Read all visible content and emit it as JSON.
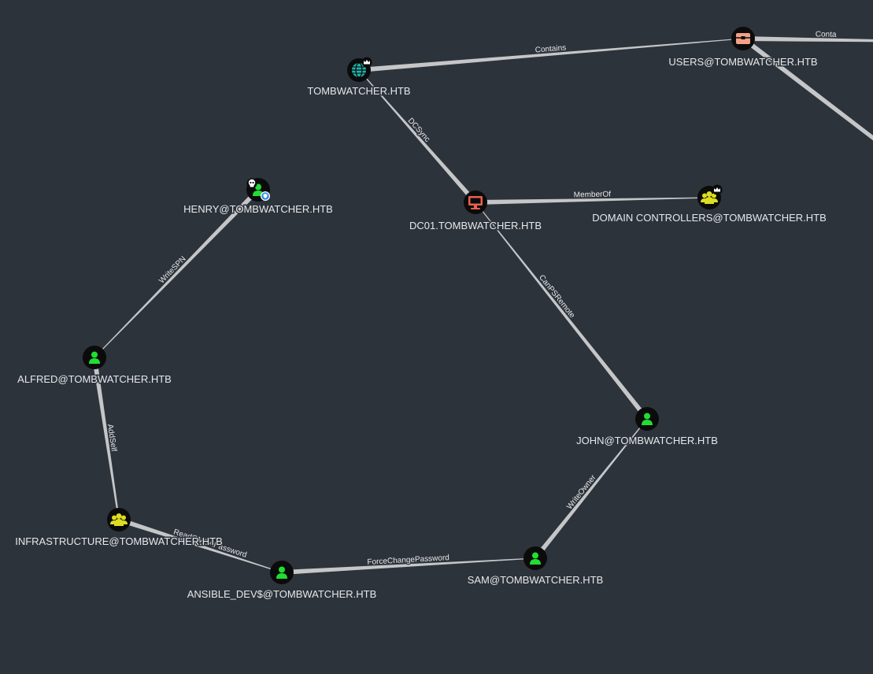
{
  "colors": {
    "background": "#2d333b",
    "user": "#22dd33",
    "group": "#dddd22",
    "domain": "#20b2aa",
    "computer": "#e9604f",
    "container": "#f3a087",
    "edge": "#c4c6c8",
    "label": "#e6e8ea"
  },
  "nodes": [
    {
      "id": "domain",
      "label": "TOMBWATCHER.HTB",
      "type": "domain",
      "icon": "globe-icon",
      "badge": "crown-badge"
    },
    {
      "id": "users",
      "label": "USERS@TOMBWATCHER.HTB",
      "type": "container",
      "icon": "box-icon"
    },
    {
      "id": "dc01",
      "label": "DC01.TOMBWATCHER.HTB",
      "type": "computer",
      "icon": "monitor-icon"
    },
    {
      "id": "dcs",
      "label": "DOMAIN CONTROLLERS@TOMBWATCHER.HTB",
      "type": "group",
      "icon": "users-group-icon",
      "badge": "crown-badge"
    },
    {
      "id": "henry",
      "label": "HENRY@TOMBWATCHER.HTB",
      "type": "user",
      "icon": "user-icon",
      "badge": "skull-badge",
      "badge2": "shield-badge"
    },
    {
      "id": "alfred",
      "label": "ALFRED@TOMBWATCHER.HTB",
      "type": "user",
      "icon": "user-icon"
    },
    {
      "id": "john",
      "label": "JOHN@TOMBWATCHER.HTB",
      "type": "user",
      "icon": "user-icon"
    },
    {
      "id": "infra",
      "label": "INFRASTRUCTURE@TOMBWATCHER.HTB",
      "type": "group",
      "icon": "users-group-icon"
    },
    {
      "id": "ansible",
      "label": "ANSIBLE_DEV$@TOMBWATCHER.HTB",
      "type": "user",
      "icon": "user-icon"
    },
    {
      "id": "sam",
      "label": "SAM@TOMBWATCHER.HTB",
      "type": "user",
      "icon": "user-icon"
    }
  ],
  "edges": [
    {
      "from": "domain",
      "to": "users",
      "label": "Contains"
    },
    {
      "from": "users",
      "to": "offscreen-right",
      "label": "Conta"
    },
    {
      "from": "users",
      "to": "offscreen-lower-right",
      "label": ""
    },
    {
      "from": "domain",
      "to": "dc01",
      "label": "DCSync"
    },
    {
      "from": "dc01",
      "to": "dcs",
      "label": "MemberOf"
    },
    {
      "from": "dc01",
      "to": "john",
      "label": "CanPSRemote"
    },
    {
      "from": "henry",
      "to": "alfred",
      "label": "WriteSPN"
    },
    {
      "from": "alfred",
      "to": "infra",
      "label": "AddSelf"
    },
    {
      "from": "infra",
      "to": "ansible",
      "label": "ReadGMSAPassword"
    },
    {
      "from": "ansible",
      "to": "sam",
      "label": "ForceChangePassword"
    },
    {
      "from": "sam",
      "to": "john",
      "label": "WriteOwner"
    }
  ]
}
